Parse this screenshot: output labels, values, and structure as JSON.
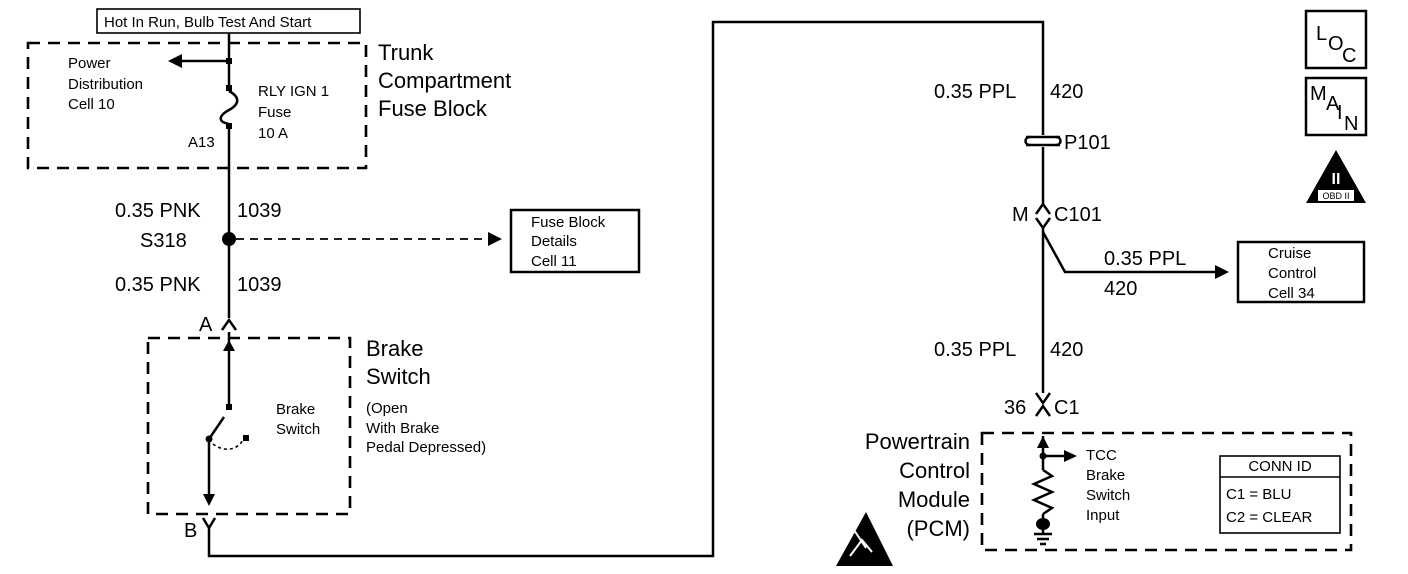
{
  "header_box": "Hot In Run, Bulb Test And Start",
  "fuse_block": {
    "title_lines": [
      "Trunk",
      "Compartment",
      "Fuse Block"
    ],
    "power_dist_lines": [
      "Power",
      "Distribution",
      "Cell 10"
    ],
    "fuse_lines": [
      "RLY IGN 1",
      "Fuse",
      "10 A"
    ],
    "terminal": "A13"
  },
  "left_wires": {
    "upper_label": "0.35 PNK",
    "upper_circuit": "1039",
    "splice": "S318",
    "lower_label": "0.35 PNK",
    "lower_circuit": "1039"
  },
  "fuse_details_box": [
    "Fuse Block",
    "Details",
    "Cell 11"
  ],
  "brake_switch": {
    "connector_a": "A",
    "connector_b": "B",
    "title_lines": [
      "Brake",
      "Switch"
    ],
    "note_lines": [
      "(Open",
      "With Brake",
      "Pedal Depressed)"
    ],
    "inner_lines": [
      "Brake",
      "Switch"
    ]
  },
  "right_wires": {
    "top_label": "0.35 PPL",
    "top_circuit": "420",
    "connector_p101": "P101",
    "connector_m": "M",
    "connector_c101": "C101",
    "branch_label": "0.35 PPL",
    "branch_circuit": "420",
    "mid_label": "0.35 PPL",
    "mid_circuit": "420",
    "pin": "36",
    "pin_conn": "C1"
  },
  "cruise_box": [
    "Cruise",
    "Control",
    "Cell 34"
  ],
  "pcm": {
    "title_lines": [
      "Powertrain",
      "Control",
      "Module",
      "(PCM)"
    ],
    "input_lines": [
      "TCC",
      "Brake",
      "Switch",
      "Input"
    ],
    "conn_id_title": "CONN ID",
    "conn_id_rows": [
      "C1  =  BLU",
      "C2  =  CLEAR"
    ]
  },
  "legend": {
    "loc": [
      "L",
      "O",
      "C"
    ],
    "main": [
      "M",
      "A",
      "I",
      "N"
    ],
    "obd_numeral": "II",
    "obd_text": "OBD II"
  }
}
